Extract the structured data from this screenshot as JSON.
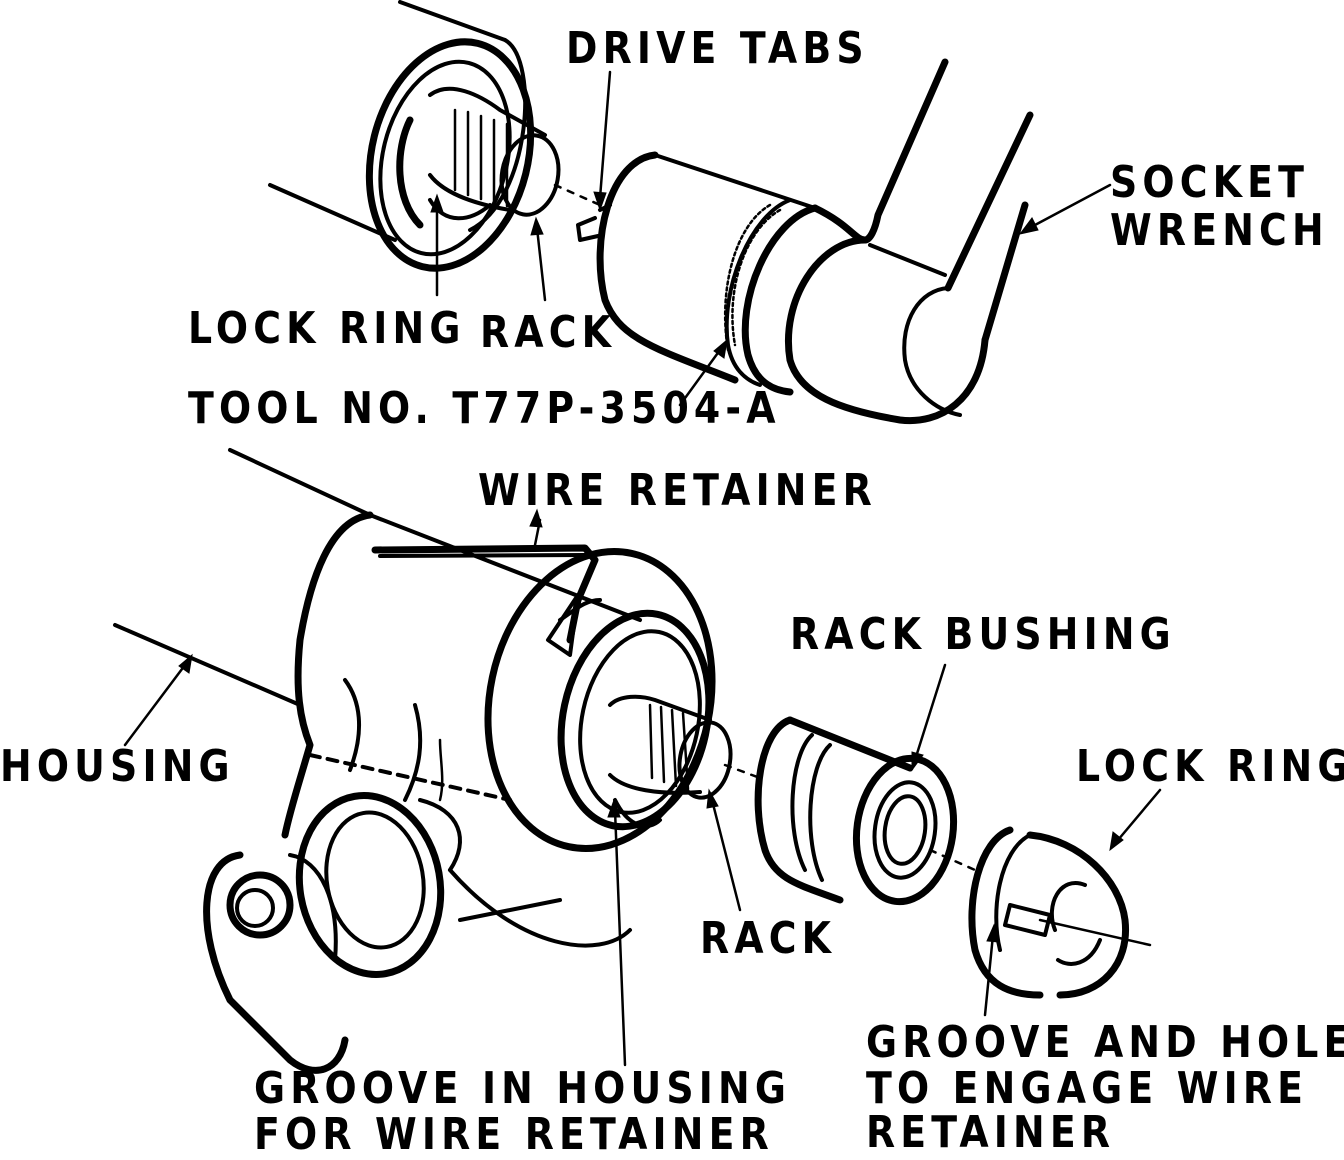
{
  "labels": {
    "drive_tabs": "DRIVE TABS",
    "socket_wrench_1": "SOCKET",
    "socket_wrench_2": "WRENCH",
    "lock_ring_top": "LOCK RING",
    "rack_top": "RACK",
    "tool_no": "TOOL NO. T77P-3504-A",
    "wire_retainer": "WIRE RETAINER",
    "rack_bushing": "RACK BUSHING",
    "housing": "HOUSING",
    "lock_ring_bottom": "LOCK RING",
    "rack_bottom": "RACK",
    "groove_housing_1": "GROOVE IN HOUSING",
    "groove_housing_2": "FOR WIRE RETAINER",
    "groove_hole_1": "GROOVE AND HOLE",
    "groove_hole_2": "TO ENGAGE WIRE",
    "groove_hole_3": "RETAINER"
  }
}
